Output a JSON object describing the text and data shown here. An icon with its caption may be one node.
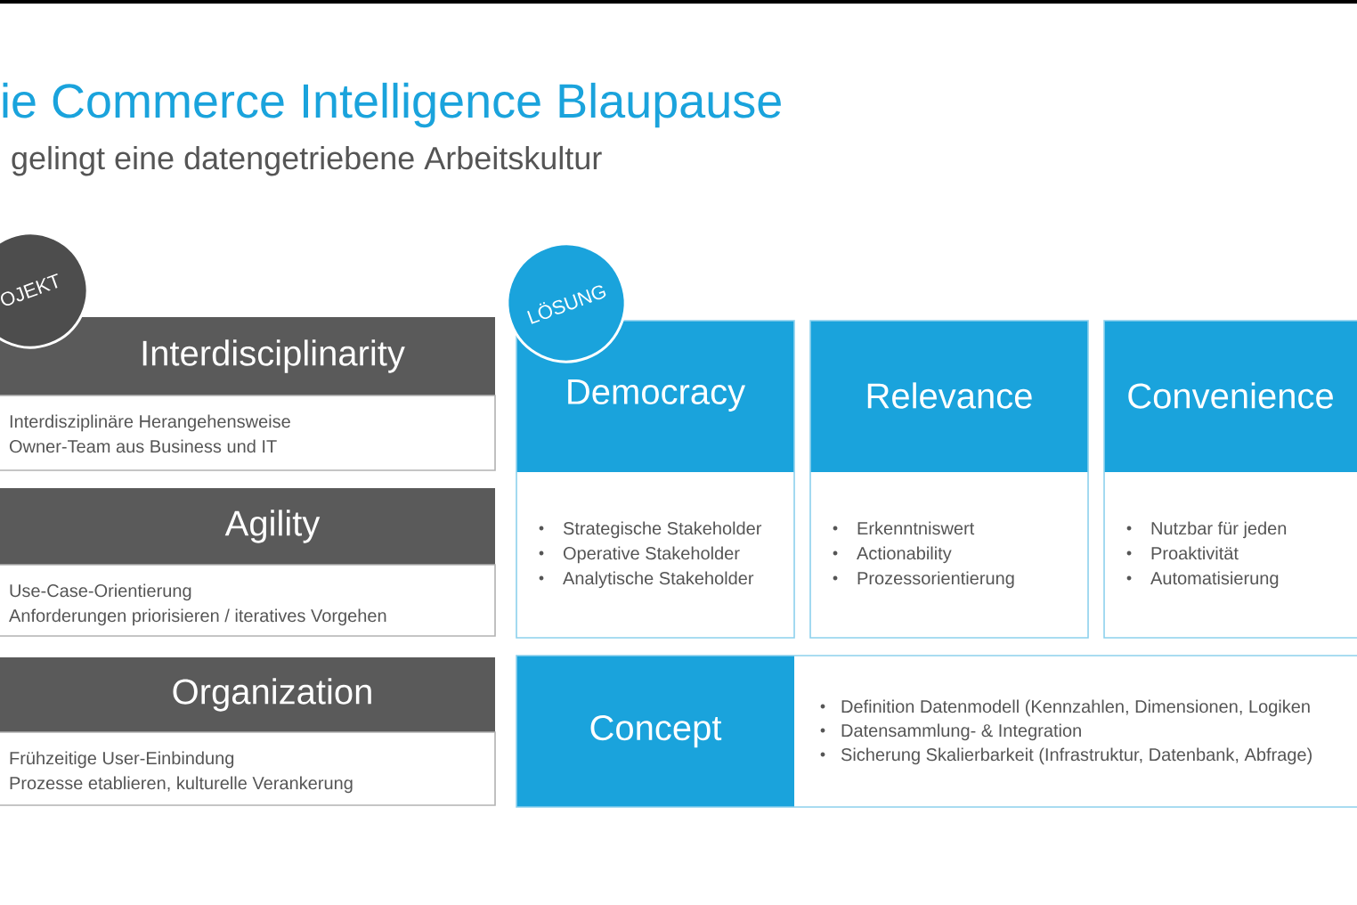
{
  "diagram": {
    "title": "ie Commerce Intelligence Blaupause",
    "nodes": [
      {
        "text": [
          "OJEKT"
        ]
      },
      {
        "text": [
          "Interdisciplinarity",
          "Interdisziplinäre Herangehensweise",
          "Owner-Team aus Business und IT"
        ]
      },
      {
        "text": [
          "Agility",
          "Use-Case-Orientierung",
          "Anforderungen priorisieren / iteratives Vorgehen"
        ]
      },
      {
        "text": [
          "Organization",
          "Frühzeitige User-Einbindung",
          "Prozesse etablieren, kulturelle Verankerung"
        ]
      },
      {
        "text": [
          "LÖSUNG"
        ]
      },
      {
        "text": [
          "Democracy",
          "Strategische Stakeholder",
          "Operative Stakeholder",
          "Analytische Stakeholder"
        ]
      },
      {
        "text": [
          "Relevance",
          "Erkenntniswert",
          "Actionability",
          "Prozessorientierung"
        ]
      },
      {
        "text": [
          "Convenience",
          "Nutzbar für jeden",
          "Proaktivität",
          "Automatisierung"
        ]
      },
      {
        "text": [
          "Concept",
          "Definition Datenmodell (Kennzahlen, Dimensionen, Logiken",
          "Datensammlung- & Integration",
          "Sicherung Skalierbarkeit (Infrastruktur, Datenbank, Abfrage)"
        ]
      }
    ],
    "labels": [
      "gelingt eine datengetriebene Arbeitskultur"
    ]
  }
}
